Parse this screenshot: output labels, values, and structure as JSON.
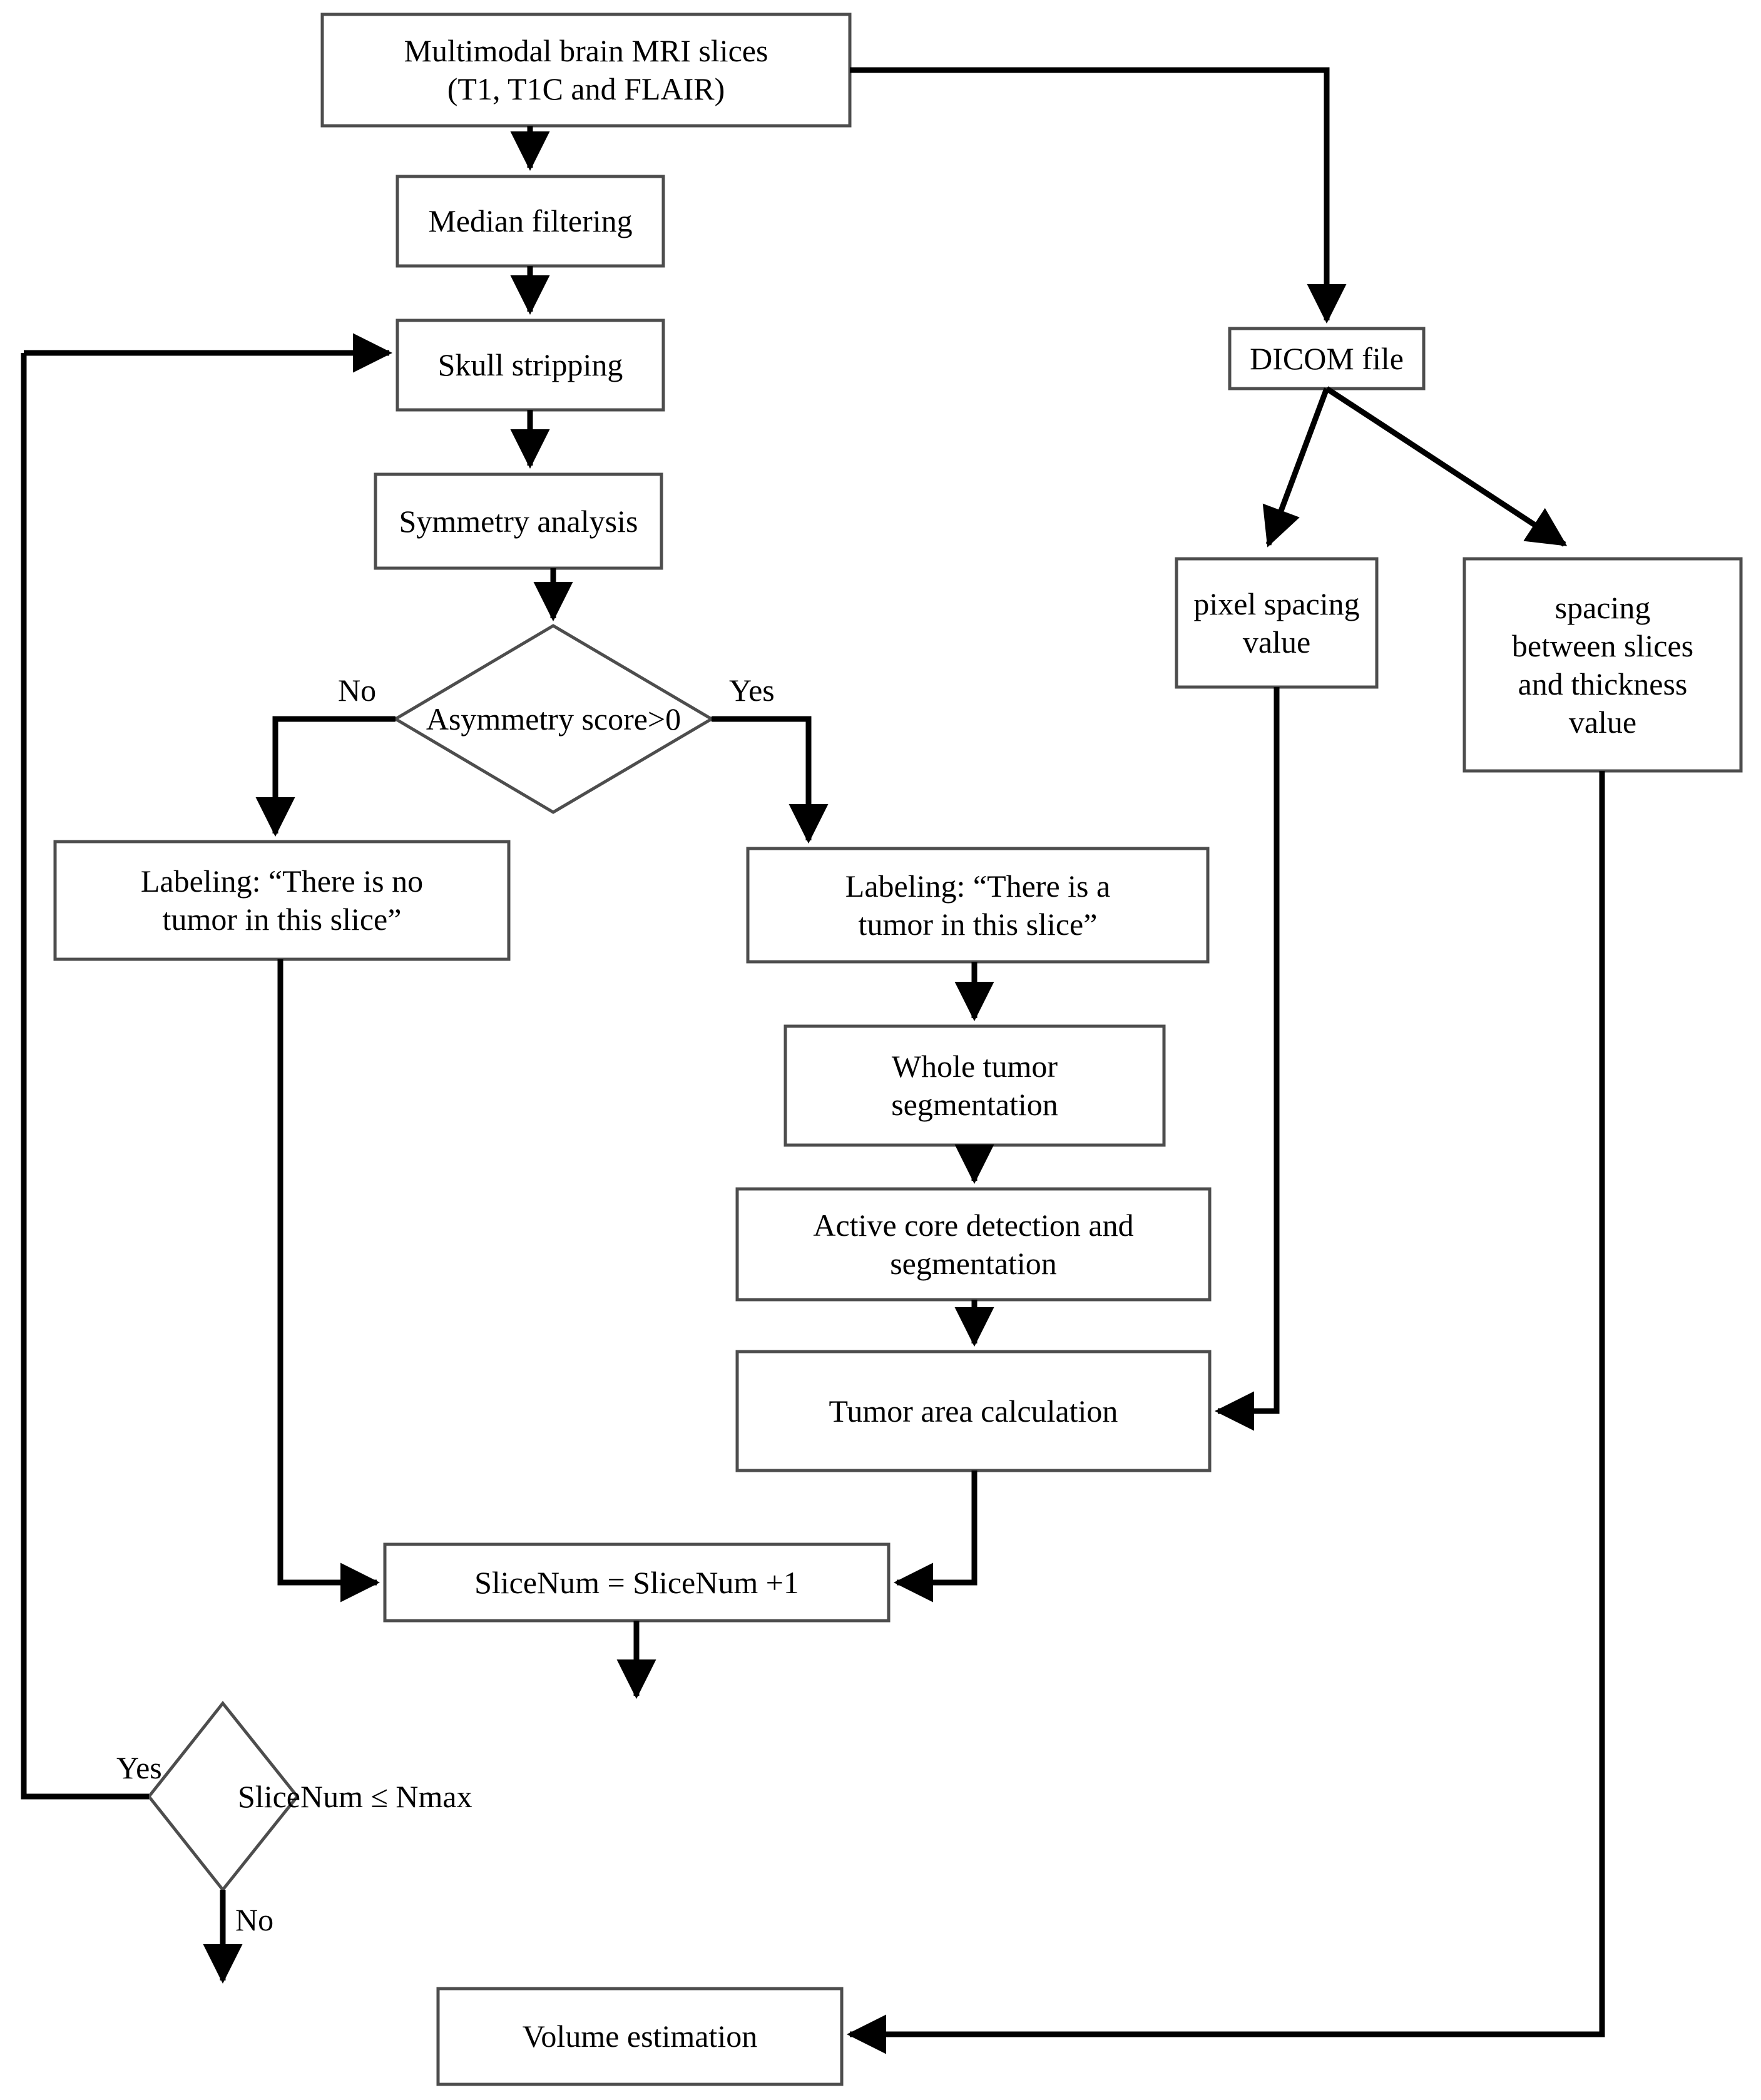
{
  "diagram": {
    "title": "Brain tumor segmentation and volume estimation flowchart",
    "stroke_color": "#4d4d4d",
    "arrow_color": "#000000",
    "fill_color": "#ffffff",
    "text_color": "#000000"
  },
  "nodes": {
    "input_slices": {
      "label": "Multimodal brain MRI slices\n(T1, T1C and FLAIR)",
      "shape": "process"
    },
    "median_filtering": {
      "label": "Median filtering",
      "shape": "process"
    },
    "skull_stripping": {
      "label": "Skull stripping",
      "shape": "process"
    },
    "symmetry_analysis": {
      "label": "Symmetry analysis",
      "shape": "process"
    },
    "asymmetry_decision": {
      "label": "Asymmetry score>0",
      "shape": "decision"
    },
    "label_no_tumor": {
      "label": "Labeling: “There is no\ntumor in this slice”",
      "shape": "process"
    },
    "label_tumor": {
      "label": "Labeling: “There is a\ntumor in this slice”",
      "shape": "process"
    },
    "whole_tumor_segmentation": {
      "label": "Whole tumor\nsegmentation",
      "shape": "process"
    },
    "active_core": {
      "label": "Active core detection and\nsegmentation",
      "shape": "process"
    },
    "tumor_area": {
      "label": "Tumor area calculation",
      "shape": "process"
    },
    "slice_increment": {
      "label": "SliceNum = SliceNum +1",
      "shape": "process"
    },
    "slice_decision": {
      "label": "SliceNum ≤ Nmax",
      "shape": "decision"
    },
    "volume_estimation": {
      "label": "Volume estimation",
      "shape": "process"
    },
    "dicom_file": {
      "label": "DICOM file",
      "shape": "process"
    },
    "pixel_spacing": {
      "label": "pixel spacing\nvalue",
      "shape": "process"
    },
    "slice_spacing": {
      "label": "spacing\nbetween slices\nand thickness\nvalue",
      "shape": "process"
    }
  },
  "edge_labels": {
    "asym_no": "No",
    "asym_yes": "Yes",
    "slice_yes": "Yes",
    "slice_no": "No"
  }
}
